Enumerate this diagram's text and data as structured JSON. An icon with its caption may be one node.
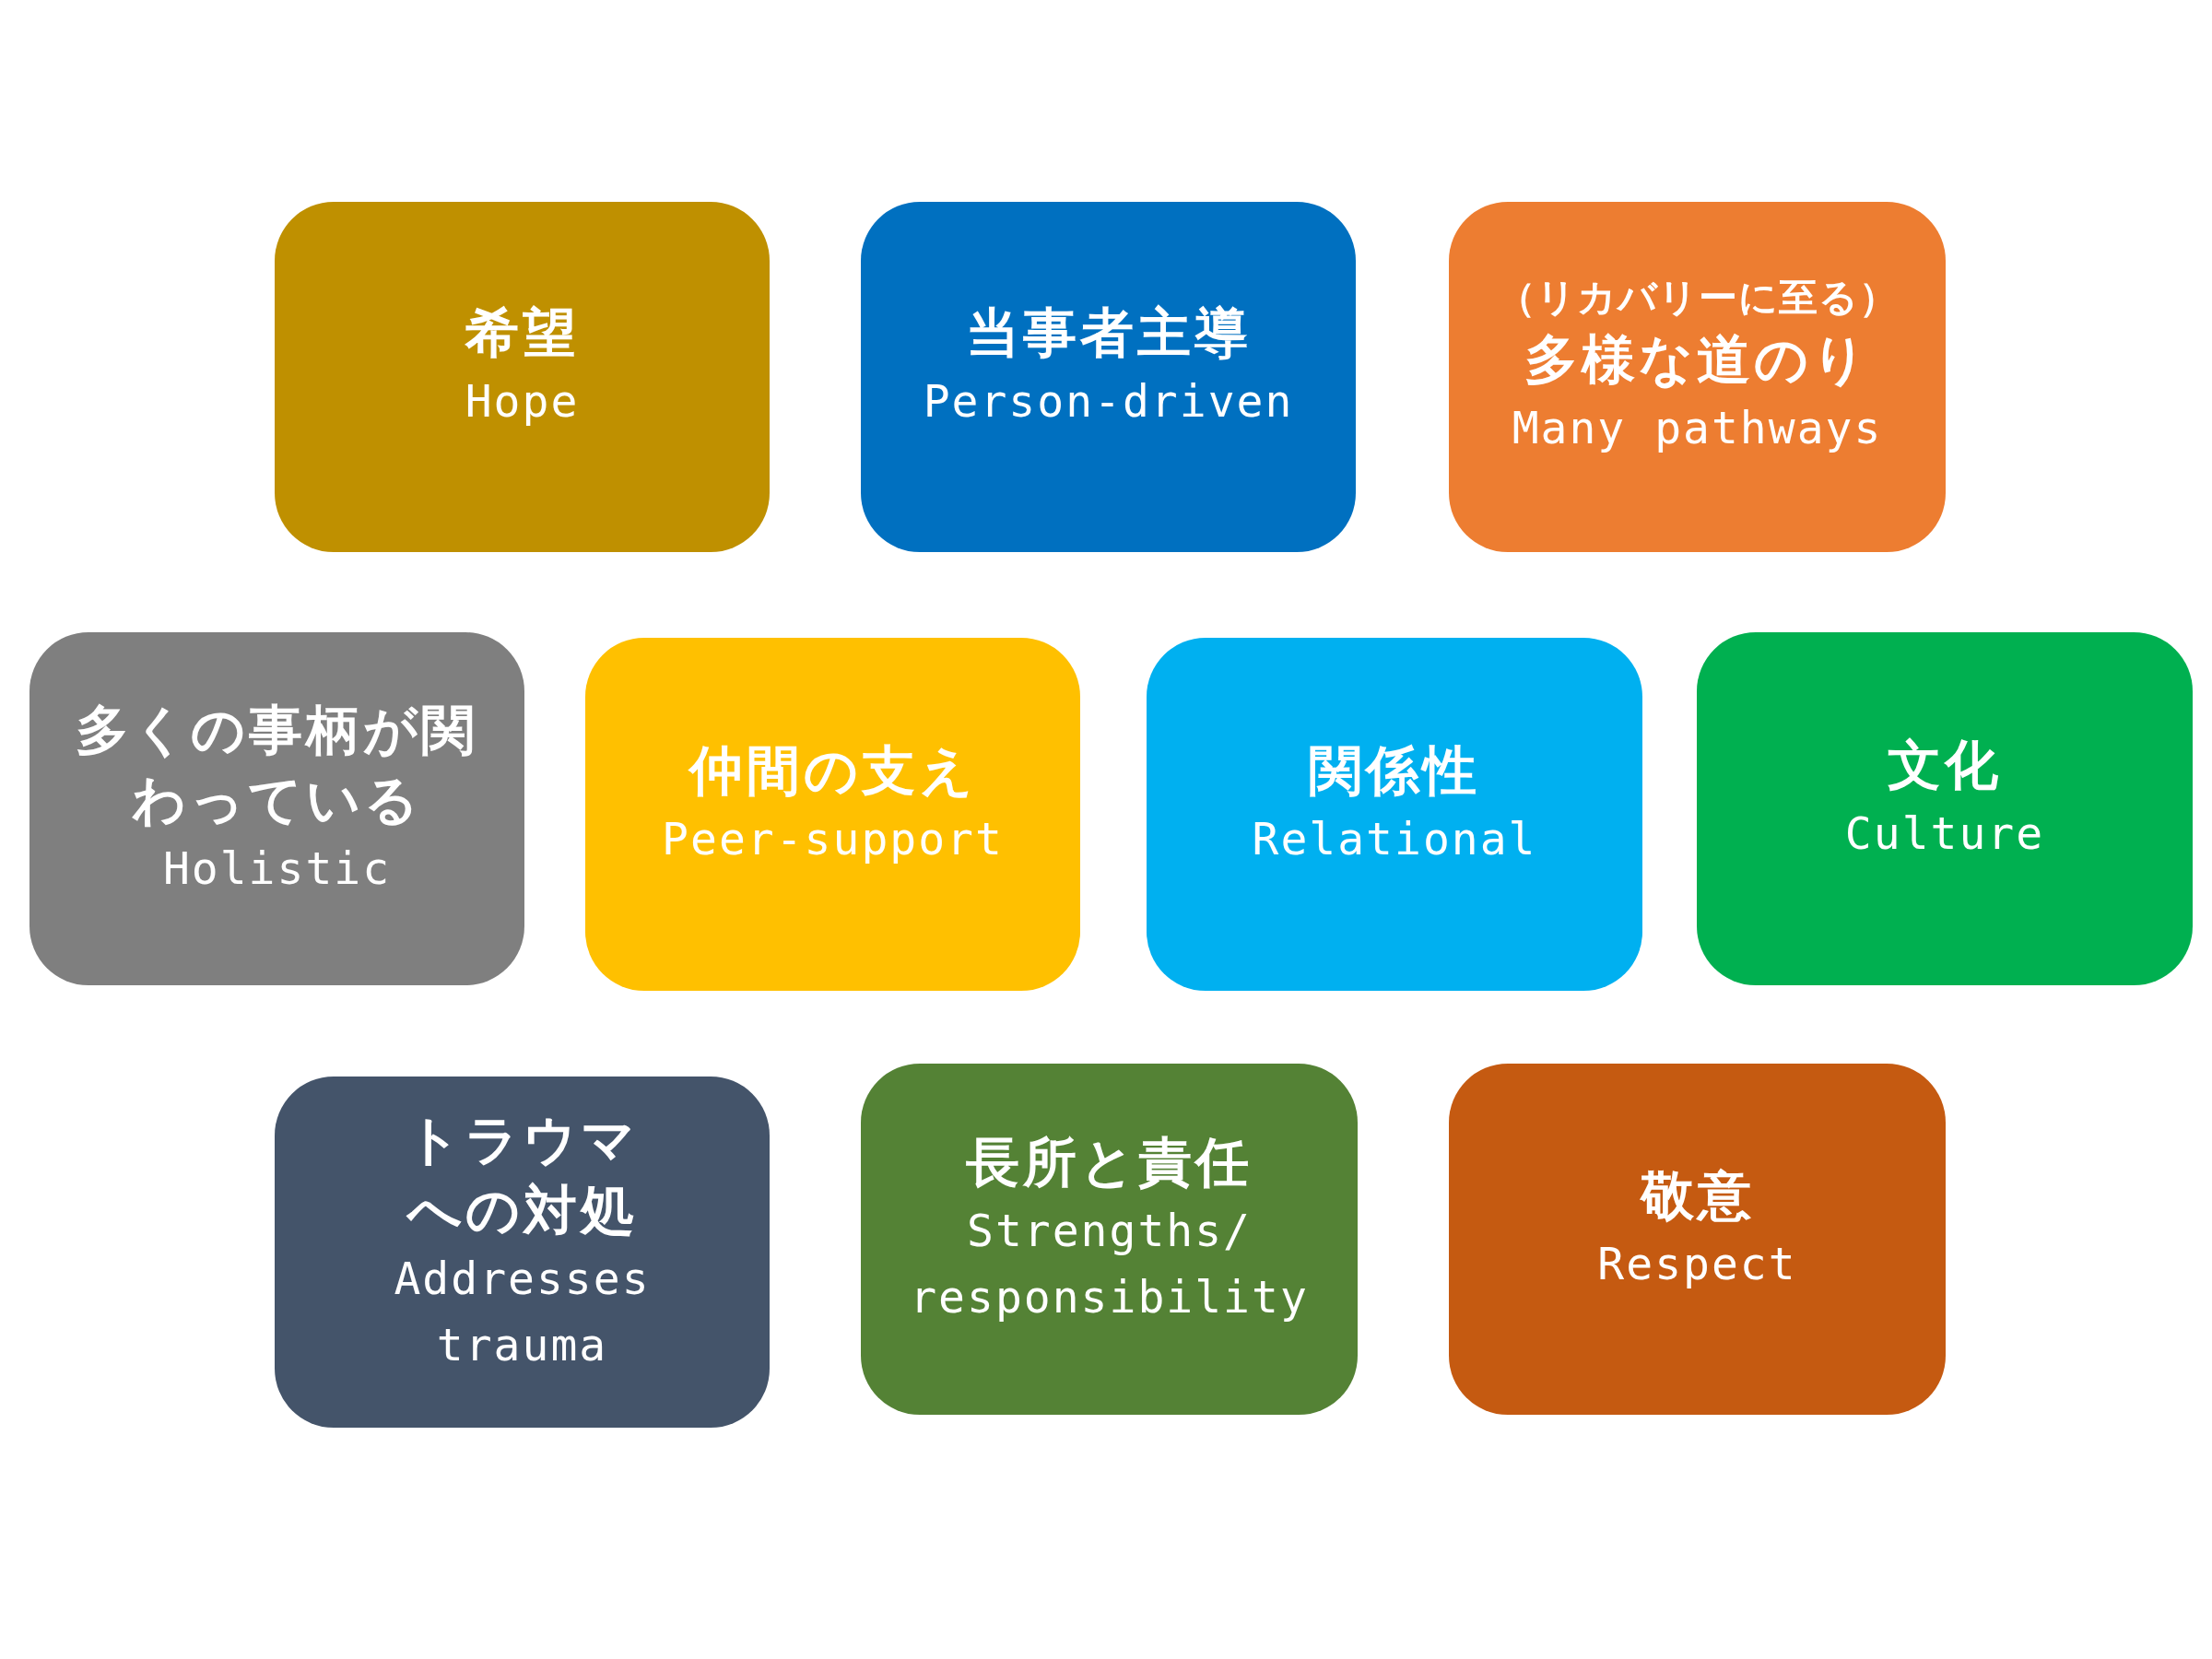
{
  "diagram": {
    "nodes": [
      {
        "text": [
          "希望",
          "Hope"
        ]
      },
      {
        "text": [
          "当事者主導",
          "Person-driven"
        ]
      },
      {
        "text": [
          "（リカバリーに至る）",
          "多様な道のり",
          "Many pathways"
        ]
      },
      {
        "text": [
          "多くの事柄が関わっている",
          "Holistic"
        ]
      },
      {
        "text": [
          "仲間の支え",
          "Peer-support"
        ]
      },
      {
        "text": [
          "関係性",
          "Relational"
        ]
      },
      {
        "text": [
          "文化",
          "Culture"
        ]
      },
      {
        "text": [
          "トラウマへの対処",
          "Addresses trauma"
        ]
      },
      {
        "text": [
          "長所と責任",
          "Strengths/ responsibility"
        ]
      },
      {
        "text": [
          "敬意",
          "Respect"
        ]
      }
    ]
  }
}
